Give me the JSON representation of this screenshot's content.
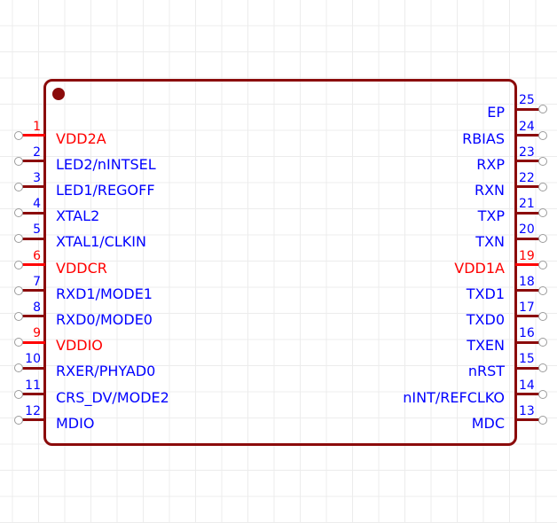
{
  "editor": {
    "view": "schematic-symbol-canvas"
  },
  "colors": {
    "symbol_outline": "#8b0b0b",
    "power_pin": "#ff0000",
    "signal_pin": "#0000ff",
    "pin_hotspot_ring": "#9c9c9c",
    "grid_line": "#ececec",
    "background": "#ffffff"
  },
  "component": {
    "pins_left": [
      {
        "number": "1",
        "name": "VDD2A",
        "power": true
      },
      {
        "number": "2",
        "name": "LED2/nINTSEL",
        "power": false
      },
      {
        "number": "3",
        "name": "LED1/REGOFF",
        "power": false
      },
      {
        "number": "4",
        "name": "XTAL2",
        "power": false
      },
      {
        "number": "5",
        "name": "XTAL1/CLKIN",
        "power": false
      },
      {
        "number": "6",
        "name": "VDDCR",
        "power": true
      },
      {
        "number": "7",
        "name": "RXD1/MODE1",
        "power": false
      },
      {
        "number": "8",
        "name": "RXD0/MODE0",
        "power": false
      },
      {
        "number": "9",
        "name": "VDDIO",
        "power": true
      },
      {
        "number": "10",
        "name": "RXER/PHYAD0",
        "power": false
      },
      {
        "number": "11",
        "name": "CRS_DV/MODE2",
        "power": false
      },
      {
        "number": "12",
        "name": "MDIO",
        "power": false
      }
    ],
    "pins_right": [
      {
        "number": "25",
        "name": "EP",
        "power": false
      },
      {
        "number": "24",
        "name": "RBIAS",
        "power": false
      },
      {
        "number": "23",
        "name": "RXP",
        "power": false
      },
      {
        "number": "22",
        "name": "RXN",
        "power": false
      },
      {
        "number": "21",
        "name": "TXP",
        "power": false
      },
      {
        "number": "20",
        "name": "TXN",
        "power": false
      },
      {
        "number": "19",
        "name": "VDD1A",
        "power": true
      },
      {
        "number": "18",
        "name": "TXD1",
        "power": false
      },
      {
        "number": "17",
        "name": "TXD0",
        "power": false
      },
      {
        "number": "16",
        "name": "TXEN",
        "power": false
      },
      {
        "number": "15",
        "name": "nRST",
        "power": false
      },
      {
        "number": "14",
        "name": "nINT/REFCLKO",
        "power": false
      },
      {
        "number": "13",
        "name": "MDC",
        "power": false
      }
    ]
  }
}
